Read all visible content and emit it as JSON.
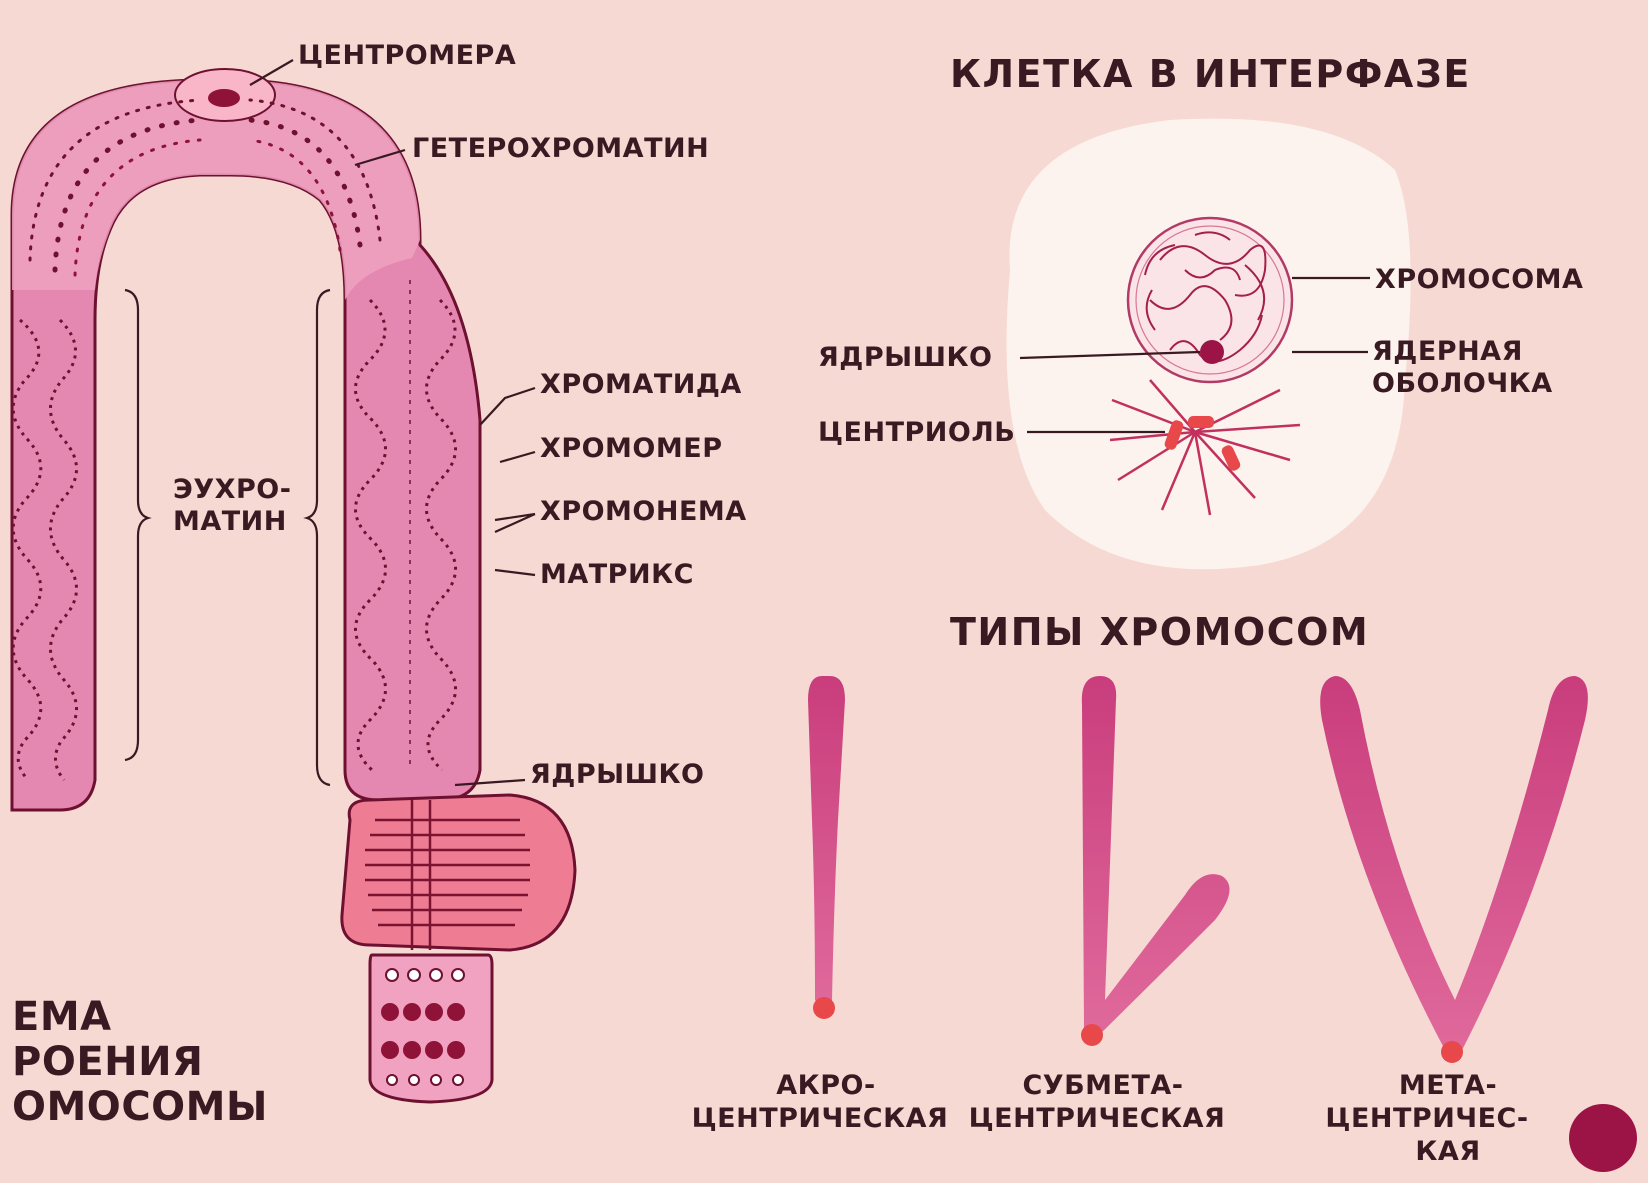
{
  "chromosome_scheme": {
    "title_lines": [
      "ЕМА",
      "РОЕНИЯ",
      "ОМОСОМЫ"
    ],
    "labels": {
      "centromere": "ЦЕНТРОМЕРА",
      "heterochromatin": "ГЕТЕРОХРОМАТИН",
      "chromatid": "ХРОМАТИДА",
      "chromomere": "ХРОМОМЕР",
      "chromonema": "ХРОМОНЕМА",
      "matrix": "МАТРИКС",
      "nucleolus": "ЯДРЫШКО",
      "euchromatin_line1": "ЭУХРО-",
      "euchromatin_line2": "МАТИН"
    }
  },
  "interphase_cell": {
    "title": "КЛЕТКА В ИНТЕРФАЗЕ",
    "labels": {
      "chromosome": "ХРОМОСОМА",
      "nucleolus": "ЯДРЫШКО",
      "envelope_line1": "ЯДЕРНАЯ",
      "envelope_line2": "ОБОЛОЧКА",
      "centriole": "ЦЕНТРИОЛЬ"
    }
  },
  "chromosome_types": {
    "title": "ТИПЫ ХРОМОСОМ",
    "types": [
      {
        "lines": [
          "АКРО-",
          "ЦЕНТРИЧЕСКАЯ"
        ]
      },
      {
        "lines": [
          "СУБМЕТА-",
          "ЦЕНТРИЧЕСКАЯ"
        ]
      },
      {
        "lines": [
          "МЕТА-",
          "ЦЕНТРИЧЕС-",
          "КАЯ"
        ]
      }
    ]
  },
  "colors": {
    "background": "#f7d9d3",
    "chromosome_fill": "#d9588f",
    "chromosome_outline": "#6e1030",
    "text": "#3a1a22",
    "centromere_dot": "#e8484a",
    "nucleolus_fill": "#ee7d93"
  }
}
